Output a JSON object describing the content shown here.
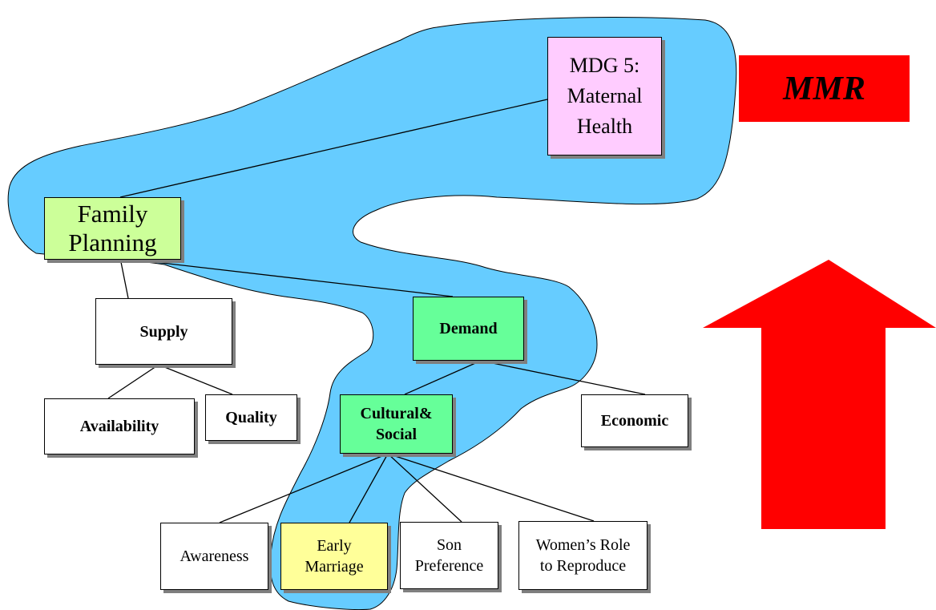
{
  "colors": {
    "lake": "#66ccff",
    "mdg5_fill": "#ffccff",
    "family_fill": "#ccff99",
    "demand_fill": "#66ff99",
    "cultural_fill": "#66ff99",
    "early_marriage_fill": "#ffff99",
    "default_fill": "#ffffff",
    "mmr_fill": "#ff0000",
    "arrow_fill": "#ff0000"
  },
  "nodes": {
    "mdg5": "MDG 5:\nMaternal\nHealth",
    "family_planning": "Family\nPlanning",
    "supply": "Supply",
    "demand": "Demand",
    "availability": "Availability",
    "quality": "Quality",
    "cultural_social": "Cultural&\nSocial",
    "economic": "Economic",
    "awareness": "Awareness",
    "early_marriage": "Early\nMarriage",
    "son_preference": "Son\nPreference",
    "womens_role": "Women’s Role\nto  Reproduce"
  },
  "mmr_label": "MMR",
  "edges": [
    [
      "family_planning",
      "mdg5"
    ],
    [
      "family_planning",
      "supply"
    ],
    [
      "family_planning",
      "demand"
    ],
    [
      "supply",
      "availability"
    ],
    [
      "supply",
      "quality"
    ],
    [
      "demand",
      "cultural_social"
    ],
    [
      "demand",
      "economic"
    ],
    [
      "cultural_social",
      "awareness"
    ],
    [
      "cultural_social",
      "early_marriage"
    ],
    [
      "cultural_social",
      "son_preference"
    ],
    [
      "cultural_social",
      "womens_role"
    ]
  ],
  "arrow_direction": "up"
}
